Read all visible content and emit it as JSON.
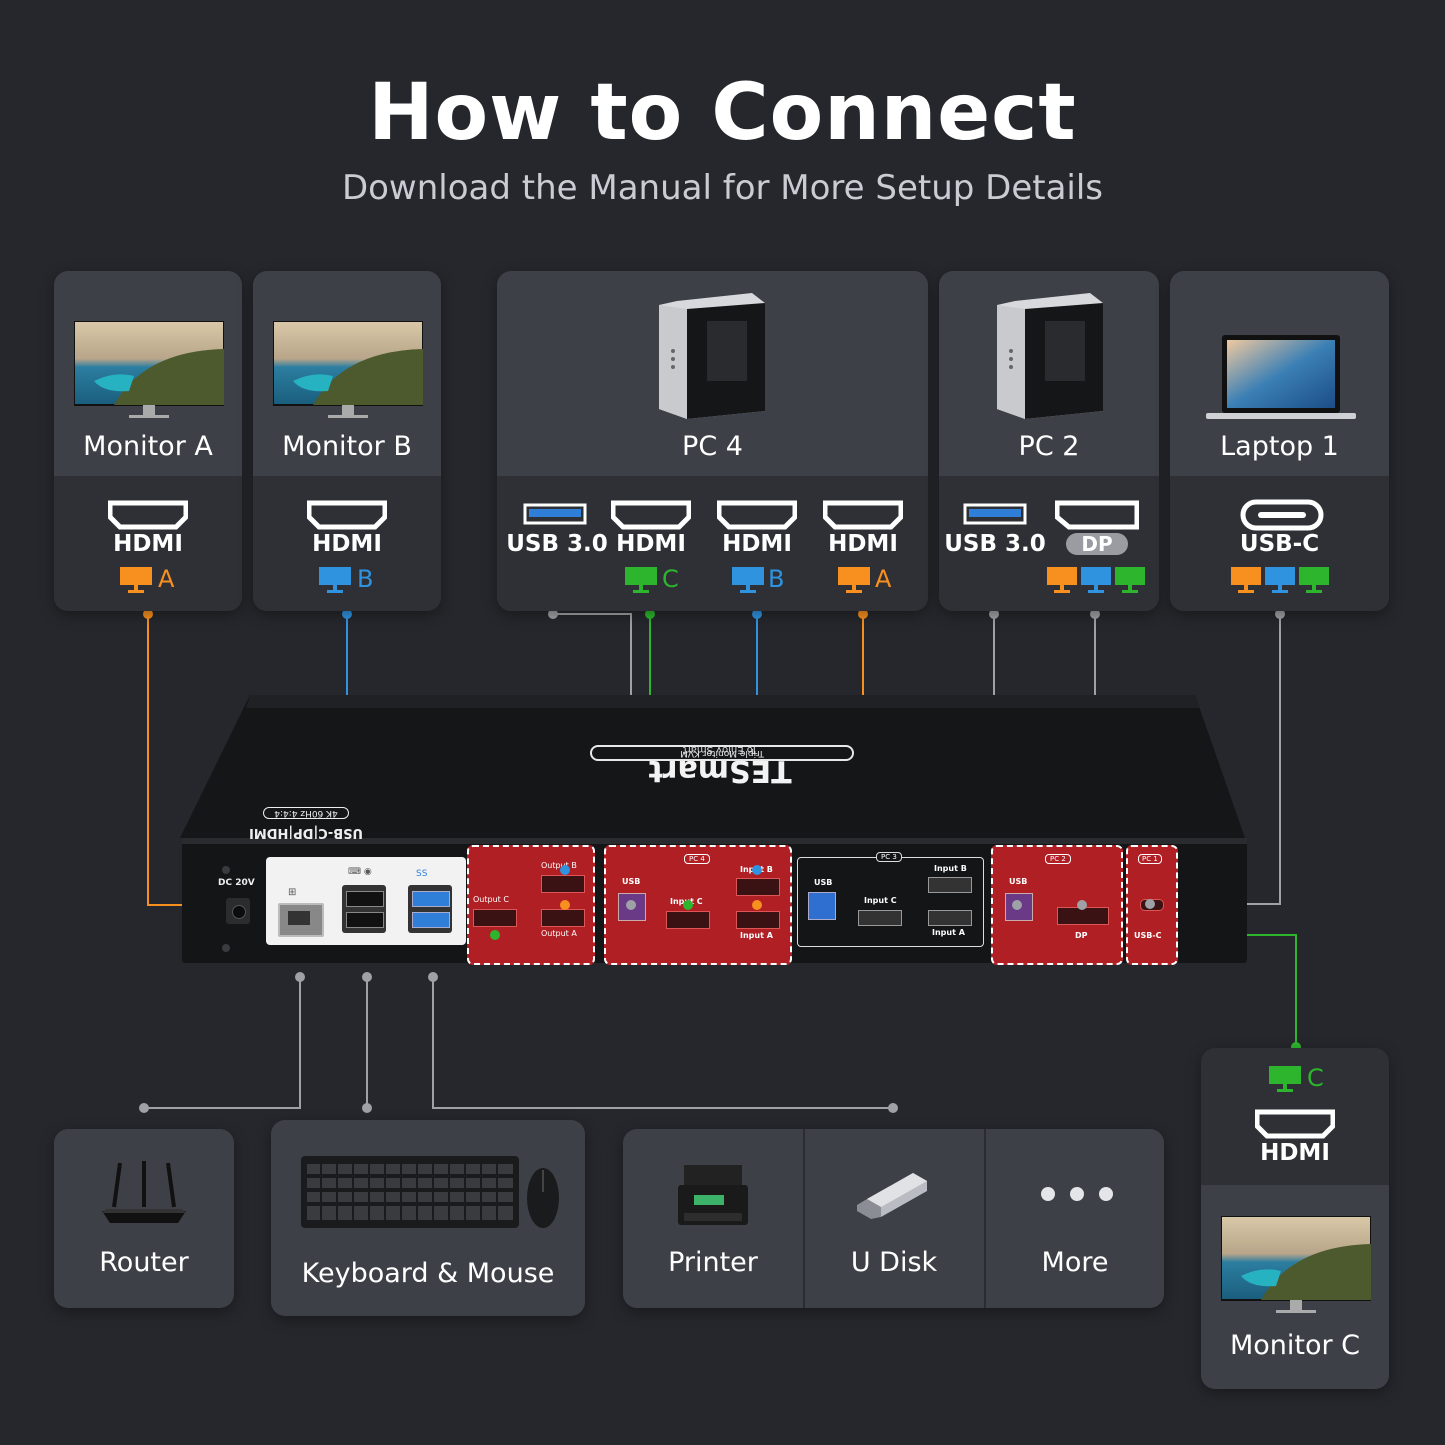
{
  "header": {
    "title": "How to Connect",
    "subtitle": "Download the Manual for More Setup Details"
  },
  "colors": {
    "A": "#f7901e",
    "B": "#2f93e0",
    "C": "#2db52d",
    "usb": "#9ea1a6"
  },
  "devices": {
    "monitor_a": {
      "label": "Monitor A",
      "port": "HDMI",
      "letter": "A"
    },
    "monitor_b": {
      "label": "Monitor B",
      "port": "HDMI",
      "letter": "B"
    },
    "pc4": {
      "label": "PC 4",
      "ports": [
        "USB 3.0",
        "HDMI",
        "HDMI",
        "HDMI"
      ],
      "letters": [
        "C",
        "B",
        "A"
      ]
    },
    "pc2": {
      "label": "PC 2",
      "ports": [
        "USB 3.0",
        "DP"
      ]
    },
    "laptop1": {
      "label": "Laptop 1",
      "port": "USB-C"
    },
    "monitor_c": {
      "label": "Monitor C",
      "port": "HDMI",
      "letter": "C"
    }
  },
  "peripherals": {
    "router": "Router",
    "keyboard_mouse": "Keyboard & Mouse",
    "printer": "Printer",
    "udisk": "U Disk",
    "more": "More"
  },
  "kvm": {
    "brand": "TESmart",
    "brand_tagline": "To Enjoy Smart",
    "product_line": "Triple Monitor KVM",
    "model_text": "USB-C|DP|HDMI",
    "spec_text": "4K 60Hz 4:4:4",
    "power_label": "DC 20V",
    "output_labels": [
      "Output B",
      "Output C",
      "Output A"
    ],
    "pc_tags": [
      "PC 4",
      "PC 3",
      "PC 2",
      "PC 1"
    ],
    "port_labels": {
      "usb": "USB",
      "input_a": "Input A",
      "input_b": "Input B",
      "input_c": "Input C",
      "dp": "DP",
      "usbc": "USB-C",
      "usb3": "SS"
    }
  }
}
